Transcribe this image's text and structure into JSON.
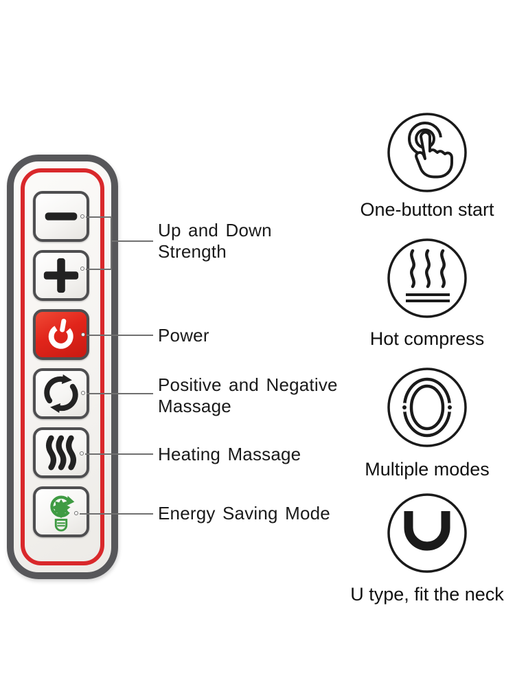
{
  "colors": {
    "background": "#ffffff",
    "remote_body_gray": "#57575a",
    "remote_red_ring": "#d9282b",
    "power_red": "#e1251b",
    "icon_black": "#222222",
    "energy_green": "#3f9b43",
    "connector_gray": "#707070",
    "text_black": "#1a1a1a"
  },
  "remote": {
    "buttons": [
      {
        "icon": "minus-icon"
      },
      {
        "icon": "plus-icon"
      },
      {
        "icon": "power-icon"
      },
      {
        "icon": "rotate-arrows-icon"
      },
      {
        "icon": "heat-waves-icon"
      },
      {
        "icon": "energy-leaf-icon"
      }
    ]
  },
  "callouts": [
    {
      "lines": [
        "Up and Down",
        "Strength"
      ]
    },
    {
      "lines": [
        "Power"
      ]
    },
    {
      "lines": [
        "Positive and Negative",
        "Massage"
      ]
    },
    {
      "lines": [
        "Heating Massage"
      ]
    },
    {
      "lines": [
        "Energy Saving Mode"
      ]
    }
  ],
  "features": [
    {
      "icon": "one-touch-icon",
      "label": "One-button start"
    },
    {
      "icon": "hot-compress-icon",
      "label": "Hot compress"
    },
    {
      "icon": "multiple-modes-icon",
      "label": "Multiple modes"
    },
    {
      "icon": "u-shape-icon",
      "label": "U type, fit the neck"
    }
  ]
}
